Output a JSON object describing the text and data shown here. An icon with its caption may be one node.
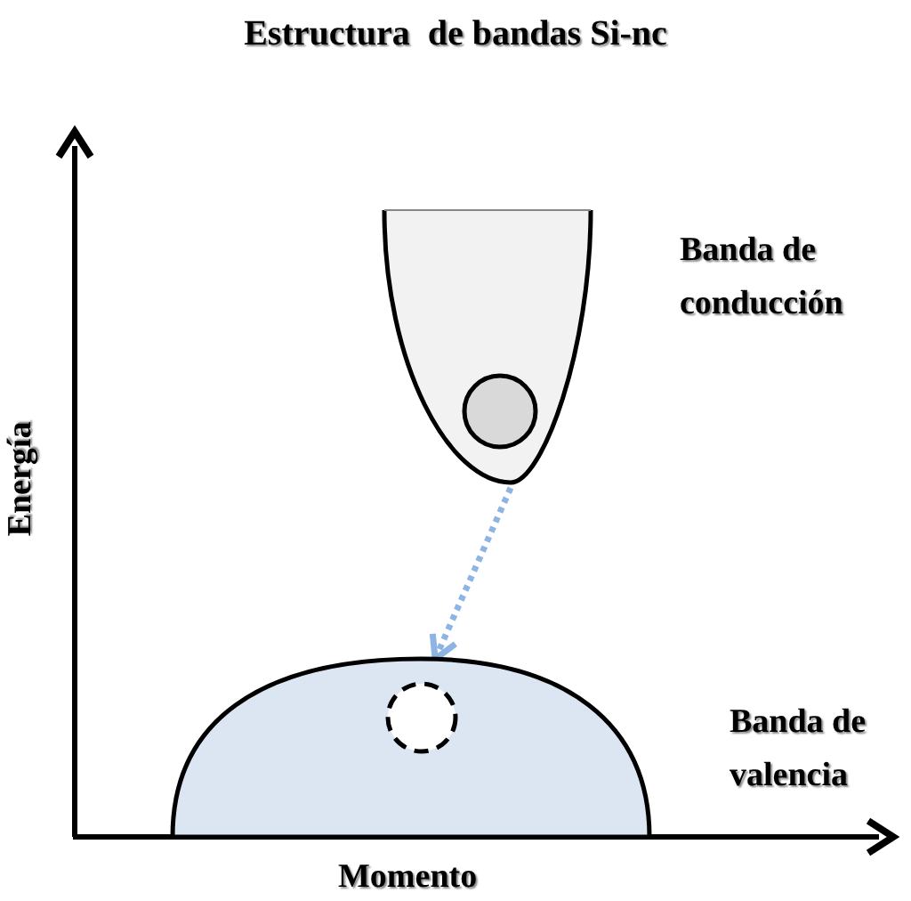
{
  "diagram": {
    "title": "Estructura  de bandas Si-nc",
    "nodes": [
      {
        "text": [],
        "shape": "cup",
        "beside": [
          "Banda de conducción"
        ]
      },
      {
        "text": [],
        "shape": "circle",
        "in": 0
      },
      {
        "text": [],
        "shape": "dome",
        "beside": [
          "Banda de valencia"
        ]
      },
      {
        "text": [],
        "shape": "circle",
        "in": 2
      }
    ],
    "edges": [
      {
        "from": 0,
        "to": 2,
        "arrow": "to",
        "style": "dashed",
        "color": "#8db4e2"
      }
    ],
    "labels": [
      "Energía",
      "Momento"
    ]
  }
}
